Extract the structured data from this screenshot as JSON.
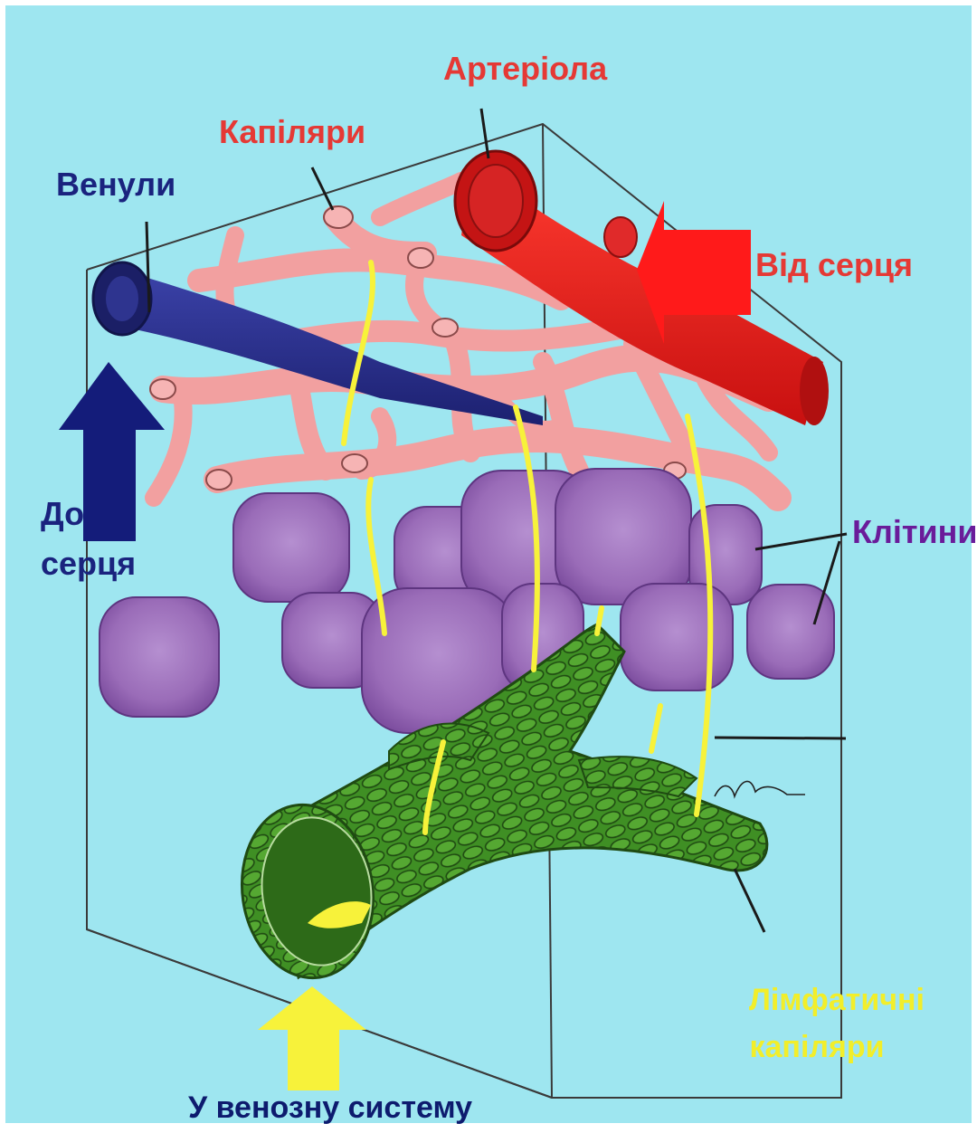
{
  "labels": {
    "arteriole": "Артеріола",
    "capillaries": "Капіляри",
    "venules": "Венули",
    "from_heart": "Від серця",
    "to_heart_line1": "До",
    "to_heart_line2": "серця",
    "cells": "Клітини",
    "lymph_line1": "Лімфатичні",
    "lymph_line2": "капіляри",
    "to_venous": "У венозну систему"
  },
  "colors": {
    "background": "#9ee6f0",
    "arteriole": "#e8221e",
    "capillary": "#f2a0a0",
    "venule": "#2a2f8a",
    "cell": "#a77bc2",
    "lymph": "#3c8a22",
    "yellow_arrow": "#f7f23a",
    "blue_arrow": "#141c7a",
    "red_arrow": "#ff1a1a"
  },
  "icons": [
    "to-heart-arrow-icon",
    "from-heart-arrow-icon",
    "to-venous-arrow-icon",
    "artist-signature-icon"
  ]
}
